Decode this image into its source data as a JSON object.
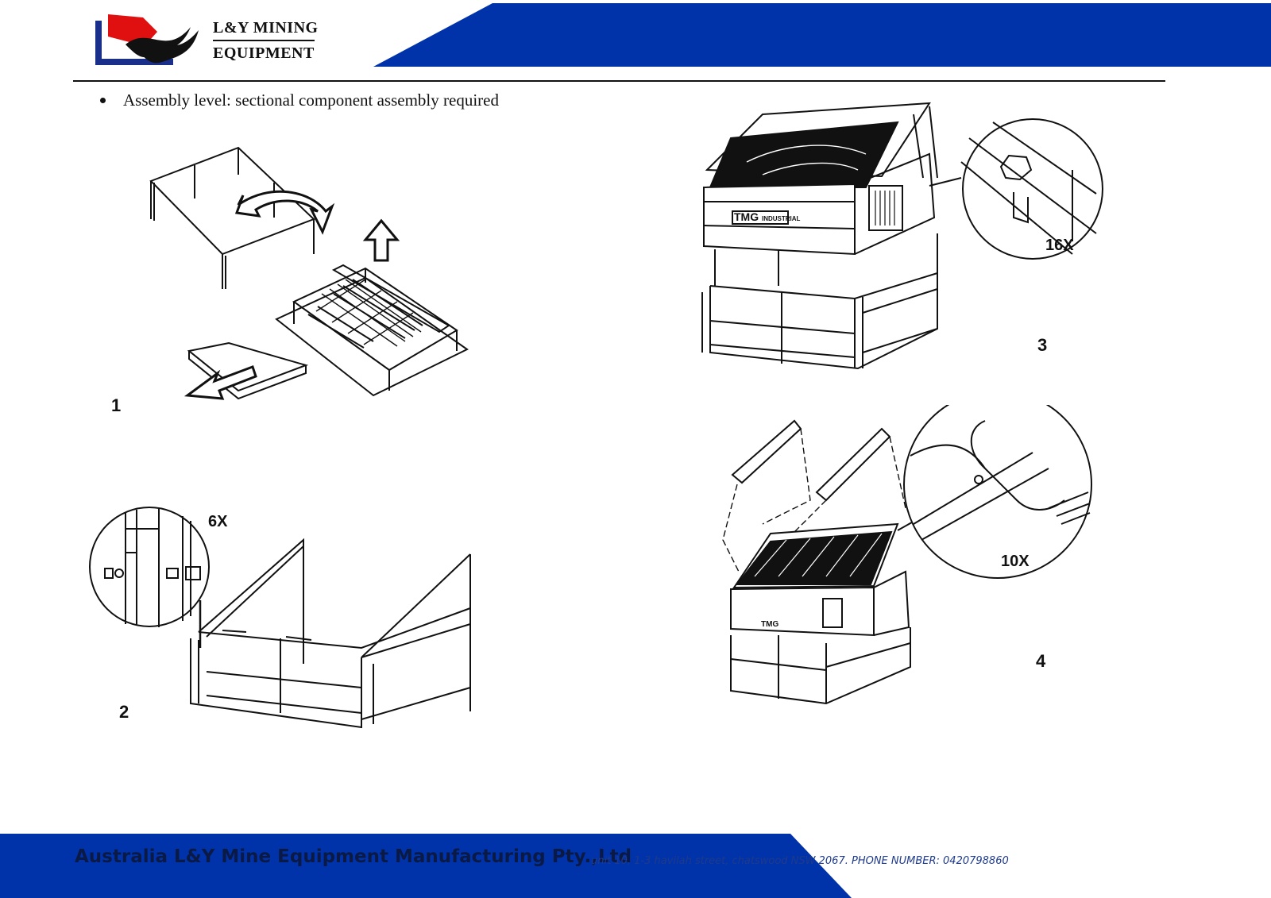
{
  "header": {
    "logo_line1": "L&Y MINING",
    "logo_line2": "EQUIPMENT",
    "band_color": "#0033aa",
    "logo_red": "#e01010"
  },
  "bullet": {
    "text": "Assembly level: sectional component assembly required"
  },
  "steps": [
    {
      "number": "1"
    },
    {
      "number": "2",
      "quantity": "6X"
    },
    {
      "number": "3",
      "quantity": "16X"
    },
    {
      "number": "4",
      "quantity": "10X"
    }
  ],
  "machine_labels": {
    "brand": "TMG",
    "sub": "INDUSTRIAL"
  },
  "footer": {
    "company": "Australia L&Y Mine Equipment Manufacturing Pty.,Ltd",
    "address": "unit 10, 1-3 havilah street, chatswood NSW 2067. PHONE NUMBER: 0420798860",
    "band_color": "#0033aa"
  }
}
